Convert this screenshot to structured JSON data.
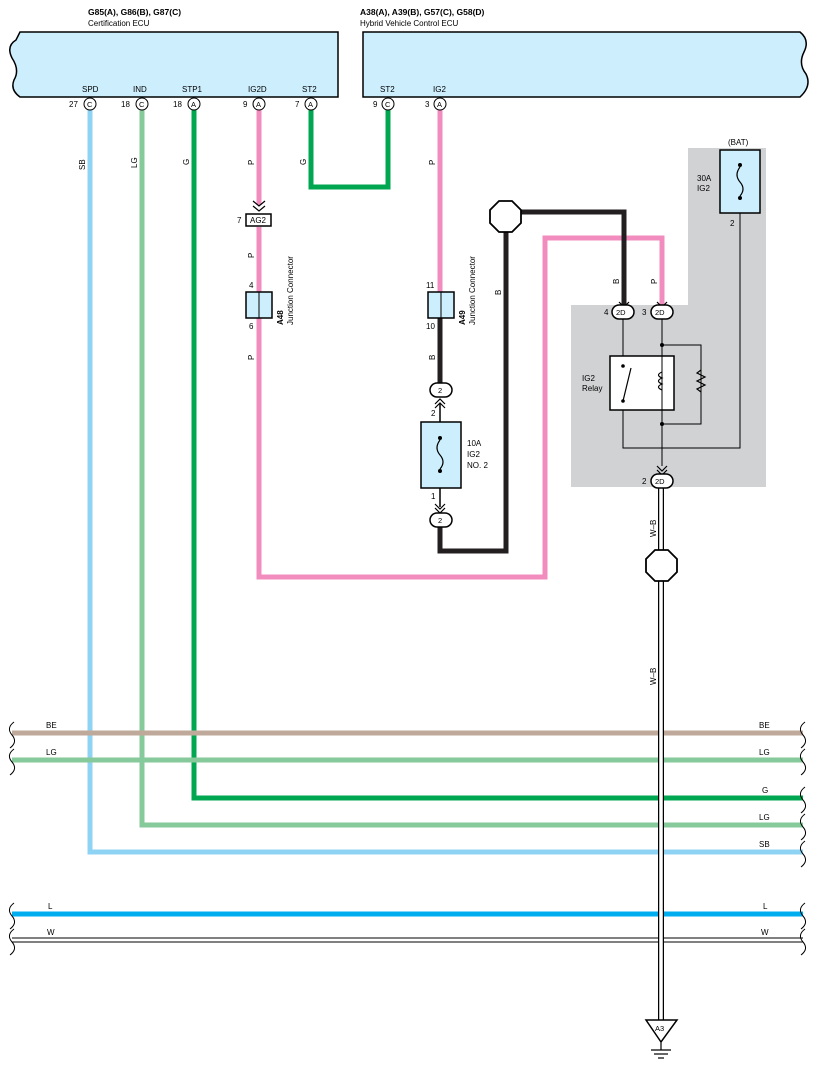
{
  "ecu_left": {
    "connectors": "G85(A), G86(B), G87(C)",
    "name": "Certification ECU",
    "pins": [
      {
        "label": "SPD",
        "num": "27",
        "conn": "C"
      },
      {
        "label": "IND",
        "num": "18",
        "conn": "C"
      },
      {
        "label": "STP1",
        "num": "18",
        "conn": "A"
      },
      {
        "label": "IG2D",
        "num": "9",
        "conn": "A"
      },
      {
        "label": "ST2",
        "num": "7",
        "conn": "A"
      }
    ]
  },
  "ecu_right": {
    "connectors": "A38(A), A39(B), G57(C), G58(D)",
    "name": "Hybrid Vehicle Control ECU",
    "pins": [
      {
        "label": "ST2",
        "num": "9",
        "conn": "C"
      },
      {
        "label": "IG2",
        "num": "3",
        "conn": "A"
      }
    ]
  },
  "wire_colors": {
    "SB": "SB",
    "LG": "LG",
    "G": "G",
    "P": "P",
    "B": "B",
    "BE": "BE",
    "L": "L",
    "W": "W",
    "WB": "W–B"
  },
  "colors": {
    "SB": "#8fd3f4",
    "LG": "#86c99a",
    "G": "#00a650",
    "P": "#f28cbf",
    "B": "#231f20",
    "BE": "#bfa99a",
    "L": "#00aeef",
    "W": "#ffffff",
    "ecu_fill": "#cdeefd",
    "grey_box": "#d1d2d4",
    "conn_fill": "#cdeefd"
  },
  "ag2": {
    "pin": "7",
    "label": "AG2"
  },
  "a48": {
    "id": "A48",
    "name": "Junction Connector",
    "pin_top": "4",
    "pin_bottom": "6"
  },
  "a49": {
    "id": "A49",
    "name": "Junction Connector",
    "pin_top": "11",
    "pin_bottom": "10"
  },
  "fuse_10a": {
    "line1": "10A",
    "line2": "IG2",
    "line3": "NO. 2",
    "pin_top": "2",
    "pin_bottom": "1",
    "conn_top": "2",
    "conn_bottom": "2"
  },
  "fuse_30a": {
    "line1": "30A",
    "line2": "IG2",
    "bat": "(BAT)",
    "pin": "2"
  },
  "relay": {
    "line1": "IG2",
    "line2": "Relay"
  },
  "conn_2d": {
    "label": "2D",
    "pin_left": "4",
    "pin_right": "3",
    "pin_bottom": "2"
  },
  "ground": {
    "label": "A3"
  },
  "bus_labels_left": [
    "BE",
    "LG",
    "L",
    "W"
  ],
  "bus_labels_right": [
    "BE",
    "LG",
    "G",
    "LG",
    "SB",
    "L",
    "W"
  ]
}
